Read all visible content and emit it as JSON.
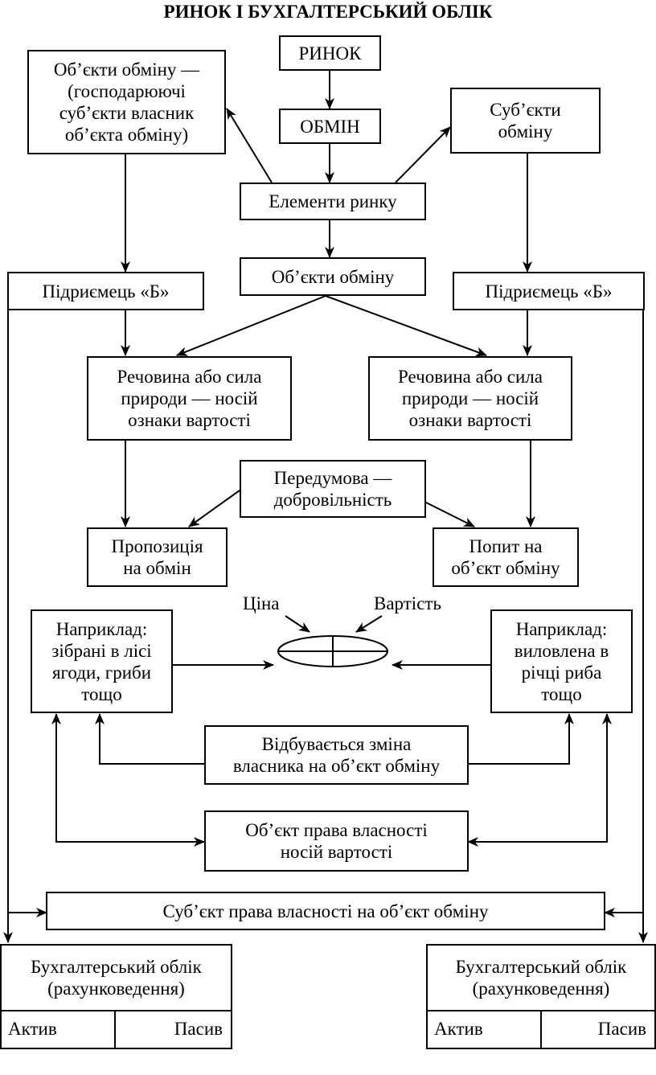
{
  "title": "РИНОК І БУХГАЛТЕРСЬКИЙ ОБЛІК",
  "boxes": {
    "market": "РИНОК",
    "exchange": "ОБМІН",
    "market_elements": "Елементи ринку",
    "exchange_objects": "Об’єкти обміну",
    "objects_owner": "Об’єкти обміну —\n(господарюючі\nсуб’єкти власник\nоб’єкта обміну)",
    "exchange_subjects": "Суб’єкти\nобміну",
    "entrepreneur_left": "Підриємець «Б»",
    "entrepreneur_right": "Підриємець «Б»",
    "substance_left": "Речовина або сила\nприроди — носій\nознаки вартості",
    "substance_right": "Речовина або сила\nприроди — носій\nознаки вартості",
    "precondition": "Передумова —\nдобровільність",
    "proposition": "Пропозиція\nна обмін",
    "demand": "Попит на\nоб’єкт обміну",
    "example_left": "Наприклад:\nзібрані в лісі\nягоди, гриби\nтощо",
    "example_right": "Наприклад:\nвиловлена в\nрічці риба\nтощо",
    "owner_change": "Відбувається зміна\nвласника на об’єкт обміну",
    "property_object": "Об’єкт права власності\nносій вартості",
    "property_subject": "Суб’єкт права власності на об’єкт обміну"
  },
  "labels": {
    "price": "Ціна",
    "value": "Вартість"
  },
  "accounting": [
    {
      "title": "Бухгалтерський облік\n(рахунковедення)",
      "asset": "Актив",
      "liability": "Пасив"
    },
    {
      "title": "Бухгалтерський облік\n(рахунковедення)",
      "asset": "Актив",
      "liability": "Пасив"
    }
  ]
}
